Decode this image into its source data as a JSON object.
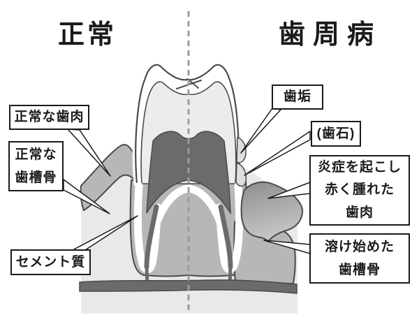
{
  "diagram": {
    "titles": {
      "left": "正常",
      "right": "歯周病"
    },
    "labels": {
      "normal_gum": "正常な歯肉",
      "normal_bone": "正常な\n歯槽骨",
      "cementum": "セメント質",
      "plaque": "歯垢",
      "tartar": "(歯石)",
      "inflamed_gum": "炎症を起こし\n赤く腫れた\n歯肉",
      "dissolving_bone": "溶け始めた\n歯槽骨"
    },
    "colors": {
      "background": "#ffffff",
      "outline": "#4a4a4a",
      "enamel": "#ffffff",
      "dentin": "#ececec",
      "pulp": "#6b6b6b",
      "bone_light": "#e9e9e9",
      "tissue": "#b7b7b7",
      "inflamed_dark": "#8e8e8e",
      "inflamed_light": "#c6c6c6",
      "deposit": "#dedede",
      "divider": "#9c9c9c",
      "label_border": "#1a1a1a",
      "text": "#1a1a1a"
    }
  }
}
